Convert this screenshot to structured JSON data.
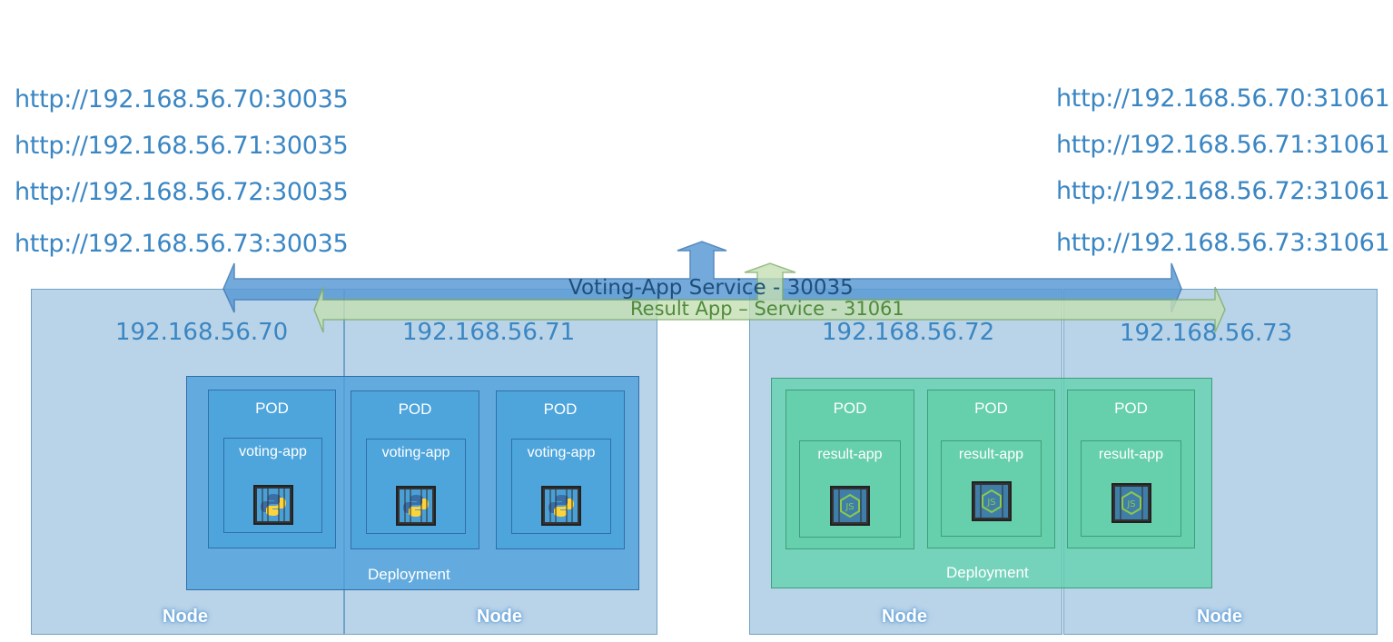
{
  "voting_urls": [
    "http://192.168.56.70:30035",
    "http://192.168.56.71:30035",
    "http://192.168.56.72:30035",
    "http://192.168.56.73:30035"
  ],
  "result_urls": [
    "http://192.168.56.70:31061",
    "http://192.168.56.71:31061",
    "http://192.168.56.72:31061",
    "http://192.168.56.73:31061"
  ],
  "nodes": [
    {
      "ip": "192.168.56.70",
      "label": "Node"
    },
    {
      "ip": "192.168.56.71",
      "label": "Node"
    },
    {
      "ip": "192.168.56.72",
      "label": "Node"
    },
    {
      "ip": "192.168.56.73",
      "label": "Node"
    }
  ],
  "voting_service": {
    "label": "Voting-App Service - 30035",
    "color": "#5b9bd5"
  },
  "result_service": {
    "label": "Result App – Service - 31061",
    "color": "#a9d18e"
  },
  "voting_deployment": {
    "label": "Deployment",
    "pods": [
      {
        "title": "POD",
        "container": "voting-app",
        "icon": "python-icon"
      },
      {
        "title": "POD",
        "container": "voting-app",
        "icon": "python-icon"
      },
      {
        "title": "POD",
        "container": "voting-app",
        "icon": "python-icon"
      }
    ]
  },
  "result_deployment": {
    "label": "Deployment",
    "pods": [
      {
        "title": "POD",
        "container": "result-app",
        "icon": "nodejs-icon"
      },
      {
        "title": "POD",
        "container": "result-app",
        "icon": "nodejs-icon"
      },
      {
        "title": "POD",
        "container": "result-app",
        "icon": "nodejs-icon"
      }
    ]
  }
}
